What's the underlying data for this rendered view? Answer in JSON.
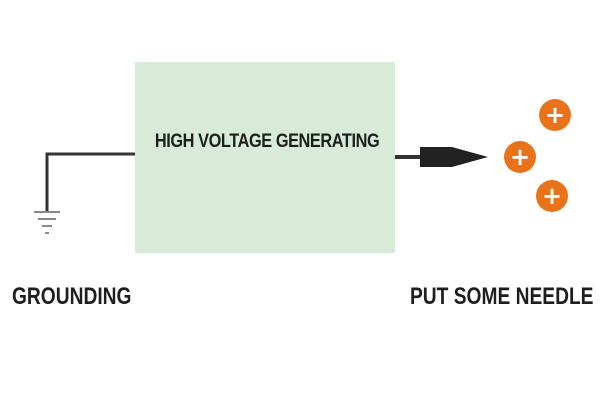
{
  "diagram": {
    "generator_label": "HIGH VOLTAGE GENERATING",
    "grounding_label": "GROUNDING",
    "needle_label": "PUT SOME NEEDLE",
    "charge_symbol": "+",
    "charge_count": 3
  },
  "colors": {
    "generator_fill": "#d7ebd8",
    "wire": "#333333",
    "needle": "#222222",
    "charge_fill": "#e8731a",
    "charge_symbol": "#ffffff",
    "text": "#1e1e1e"
  },
  "icons": {
    "ground": "ground-symbol-icon",
    "needle": "needle-icon",
    "charge": "positive-charge-icon"
  }
}
